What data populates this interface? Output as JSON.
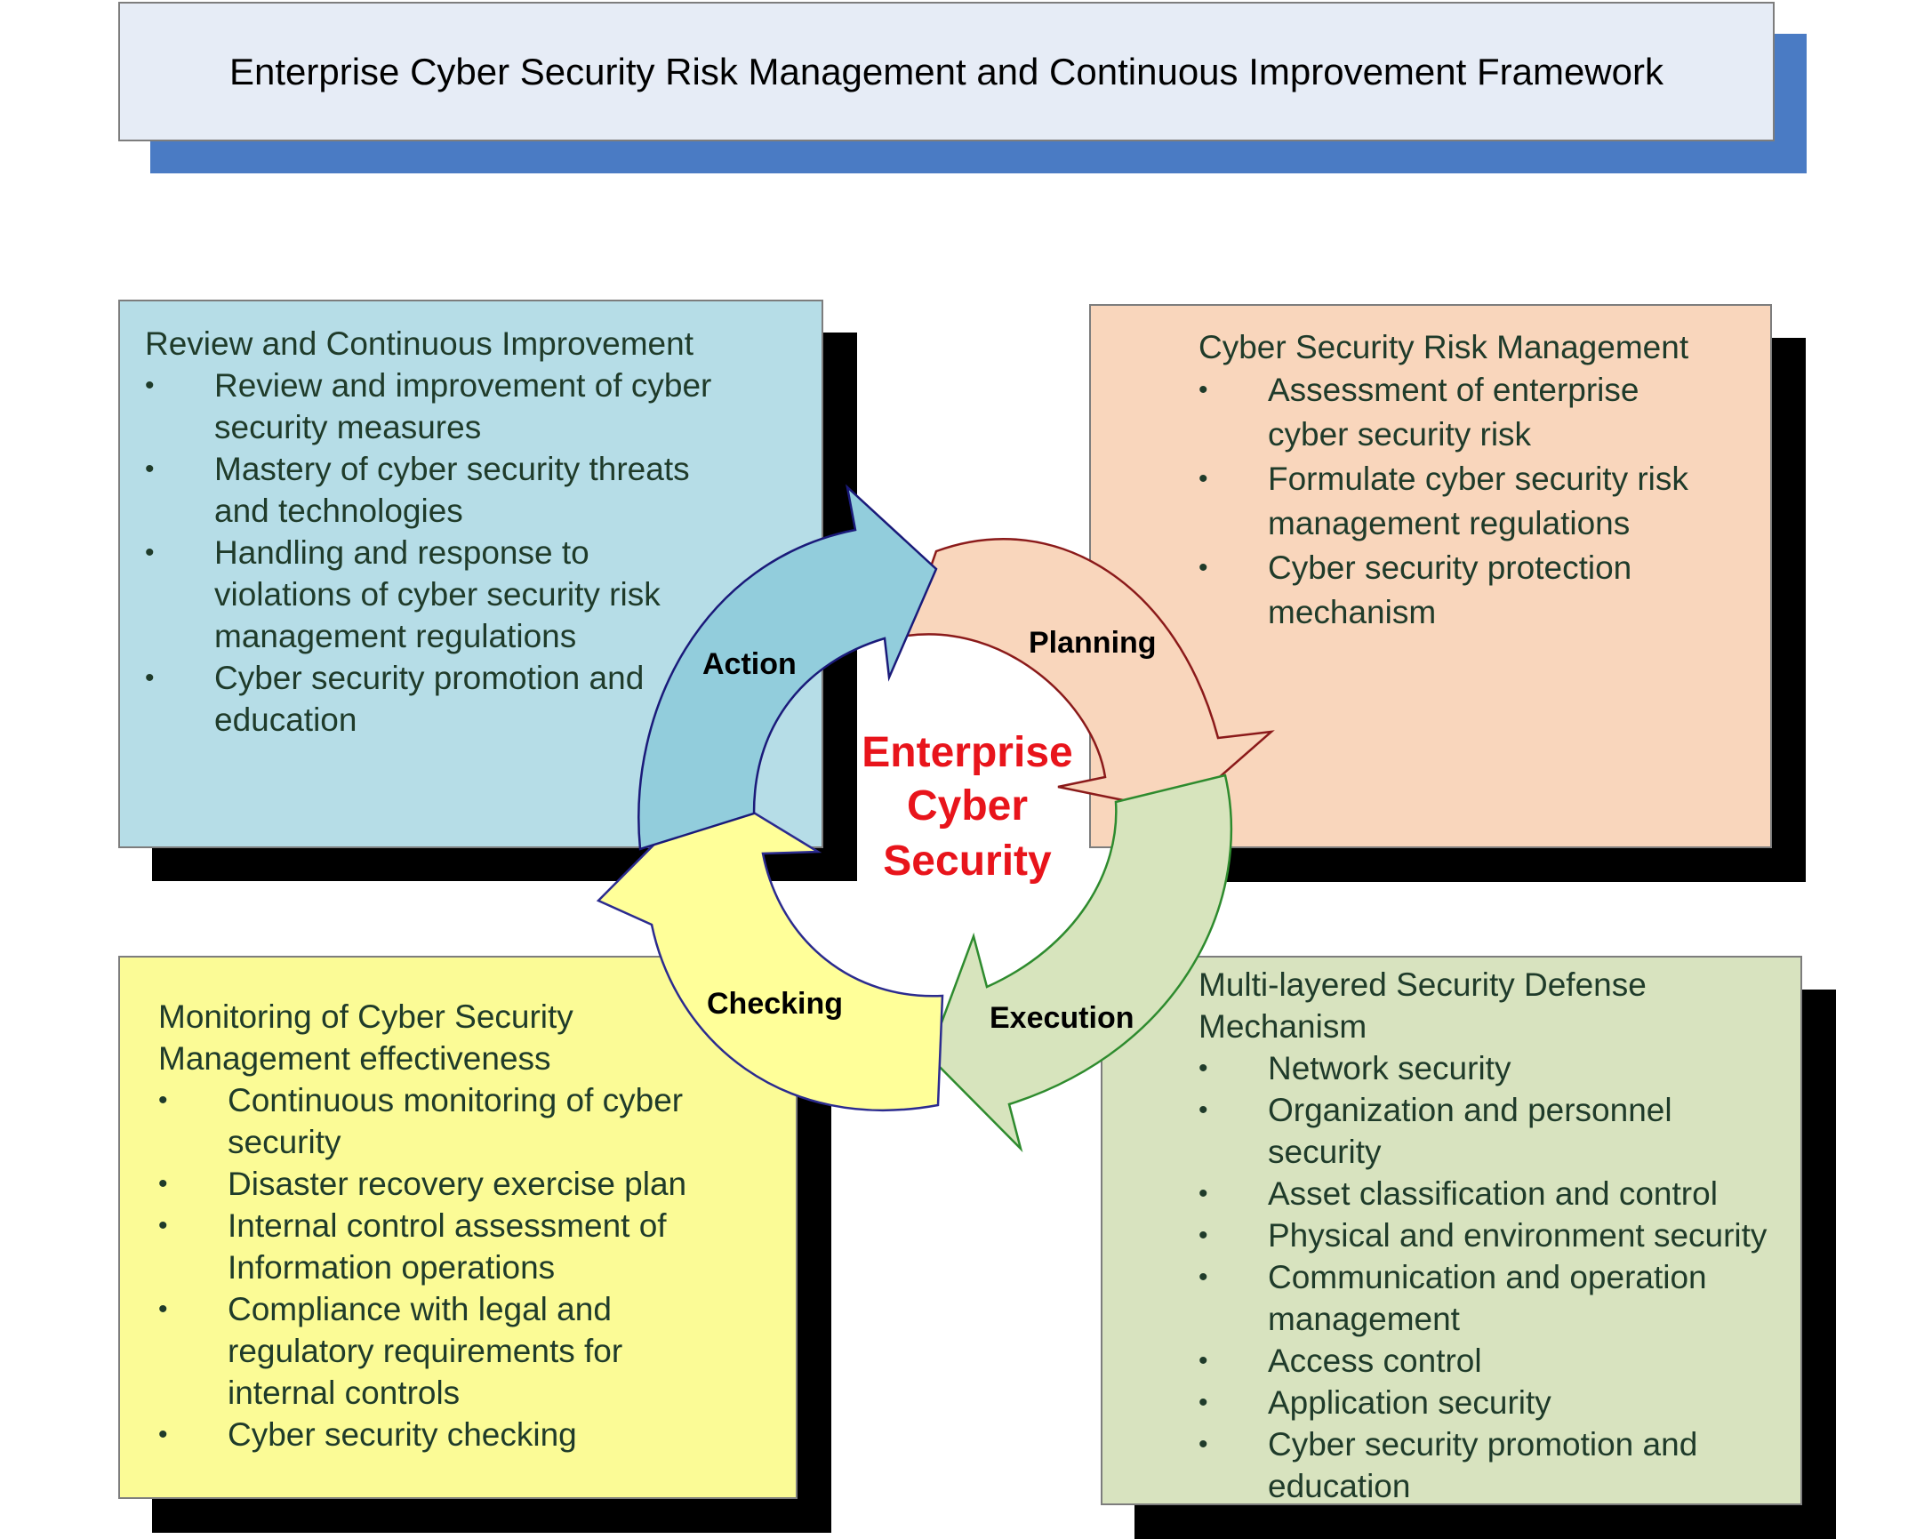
{
  "title": "Enterprise Cyber Security Risk Management and Continuous Improvement Framework",
  "center": {
    "line1": "Enterprise",
    "line2": "Cyber",
    "line3": "Security"
  },
  "phases": {
    "action": "Action",
    "planning": "Planning",
    "execution": "Execution",
    "checking": "Checking"
  },
  "review": {
    "heading": "Review and Continuous Improvement",
    "items": [
      [
        "Review and improvement of cyber",
        "security measures"
      ],
      [
        "Mastery of cyber security threats",
        "and technologies"
      ],
      [
        "Handling and response to",
        "violations of cyber security risk",
        "management regulations"
      ],
      [
        "Cyber security promotion and",
        "education"
      ]
    ]
  },
  "risk": {
    "heading": "Cyber Security Risk Management",
    "items": [
      [
        "Assessment of enterprise",
        "cyber security risk"
      ],
      [
        "Formulate cyber security risk",
        "management regulations"
      ],
      [
        "Cyber security protection",
        "mechanism"
      ]
    ]
  },
  "monitor": {
    "heading_line1": "Monitoring of Cyber Security",
    "heading_line2": "Management effectiveness",
    "items": [
      [
        "Continuous monitoring of cyber",
        "security"
      ],
      [
        "Disaster recovery exercise plan"
      ],
      [
        "Internal control assessment of",
        "Information operations"
      ],
      [
        "Compliance with legal and",
        "regulatory requirements for",
        "internal controls"
      ],
      [
        "Cyber security checking"
      ]
    ]
  },
  "defense": {
    "heading_line1": "Multi-layered Security Defense",
    "heading_line2": "Mechanism",
    "items": [
      [
        "Network security"
      ],
      [
        "Organization and personnel",
        "security"
      ],
      [
        "Asset classification and control"
      ],
      [
        "Physical and environment security"
      ],
      [
        "Communication and operation",
        "management"
      ],
      [
        "Access control"
      ],
      [
        "Application security"
      ],
      [
        "Cyber security promotion and",
        "education"
      ]
    ]
  },
  "bullet_glyph": "•",
  "colors": {
    "title_fill": "#e6ecf6",
    "title_shadow": "#4a7bc4",
    "review_fill": "#b6dde7",
    "risk_fill": "#f9d6bc",
    "monitor_fill": "#fbfb96",
    "defense_fill": "#d8e3bf",
    "action_arrow": "#92cddc",
    "planning_arrow": "#f9d6bc",
    "execution_arrow": "#d7e4bd",
    "checking_arrow": "#ffff99",
    "center_text": "#e8141b"
  }
}
